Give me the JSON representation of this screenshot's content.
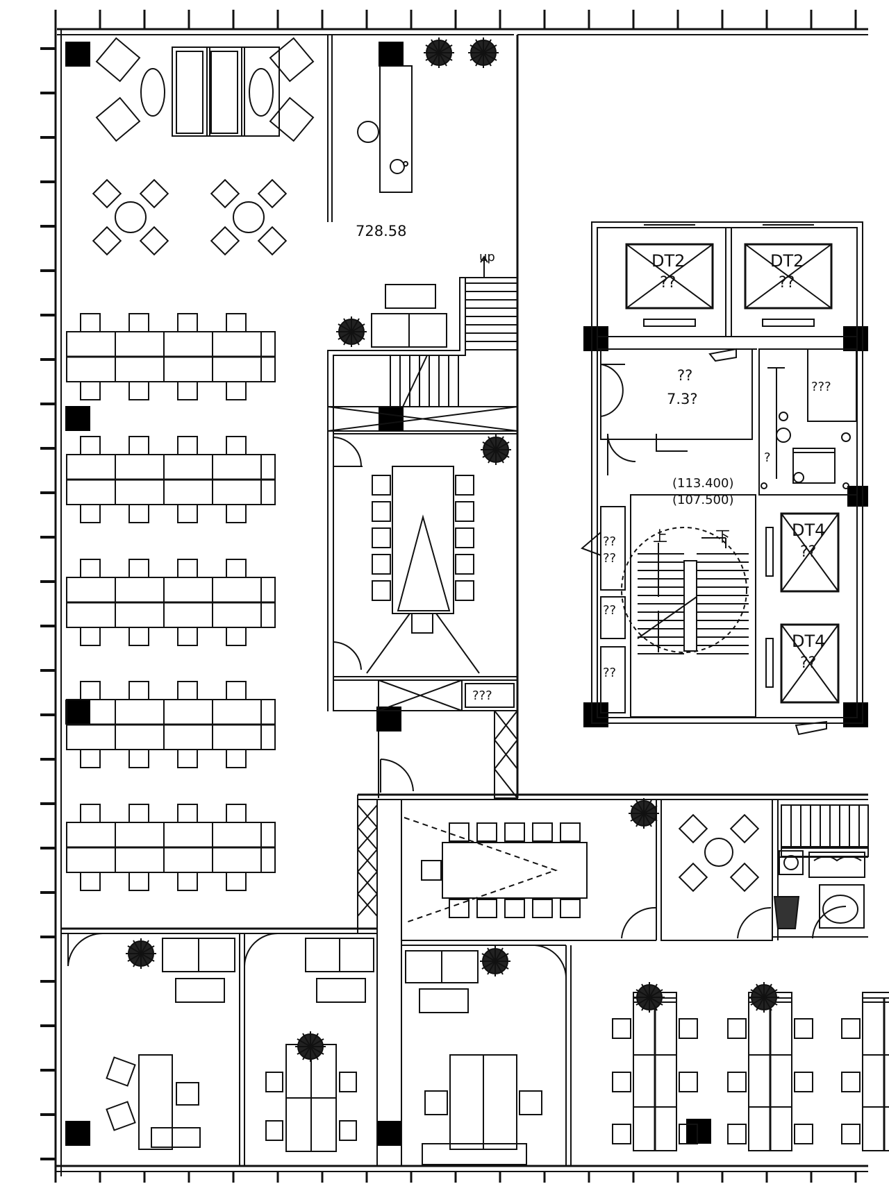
{
  "labels": {
    "area": "728.58",
    "up_arrow": "up",
    "shaft_room_name": "??",
    "shaft_room_area": "7.3?",
    "store": "???",
    "elev_level_1": "(113.400)",
    "elev_level_2": "(107.500)",
    "stair_up": "上",
    "stair_down": "下",
    "small_room_a": "??",
    "small_room_b": "??",
    "small_room_c": "??",
    "small_room_d": "??",
    "valve_tag": "?",
    "closet": "???"
  },
  "elevators": [
    {
      "code": "DT2",
      "tag": "??"
    },
    {
      "code": "DT2",
      "tag": "??"
    },
    {
      "code": "DT4",
      "tag": "??"
    },
    {
      "code": "DT4",
      "tag": "??"
    }
  ],
  "colors": {
    "line": "#111111",
    "column": "#000000",
    "plant": "#111111",
    "background": "#ffffff"
  }
}
